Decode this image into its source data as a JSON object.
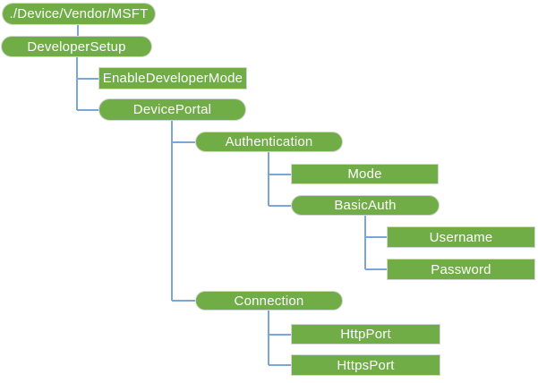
{
  "diagram": {
    "type": "tree",
    "description": "CSP node hierarchy tree diagram",
    "colors": {
      "node_fill": "#70AD47",
      "node_border": "#D6D6D6",
      "node_text": "#FFFFFF",
      "connector": "#7BA6DA",
      "background": "#FFFFFF"
    },
    "nodes": [
      {
        "label": "./Device/Vendor/MSFT",
        "shape": "rounded",
        "parent": null
      },
      {
        "label": "DeveloperSetup",
        "shape": "rounded",
        "parent": "./Device/Vendor/MSFT"
      },
      {
        "label": "EnableDeveloperMode",
        "shape": "rectangle",
        "parent": "DeveloperSetup"
      },
      {
        "label": "DevicePortal",
        "shape": "rounded",
        "parent": "DeveloperSetup"
      },
      {
        "label": "Authentication",
        "shape": "rounded",
        "parent": "DevicePortal"
      },
      {
        "label": "Mode",
        "shape": "rectangle",
        "parent": "Authentication"
      },
      {
        "label": "BasicAuth",
        "shape": "rounded",
        "parent": "Authentication"
      },
      {
        "label": "Username",
        "shape": "rectangle",
        "parent": "BasicAuth"
      },
      {
        "label": "Password",
        "shape": "rectangle",
        "parent": "BasicAuth"
      },
      {
        "label": "Connection",
        "shape": "rounded",
        "parent": "DevicePortal"
      },
      {
        "label": "HttpPort",
        "shape": "rectangle",
        "parent": "Connection"
      },
      {
        "label": "HttpsPort",
        "shape": "rectangle",
        "parent": "Connection"
      }
    ]
  }
}
